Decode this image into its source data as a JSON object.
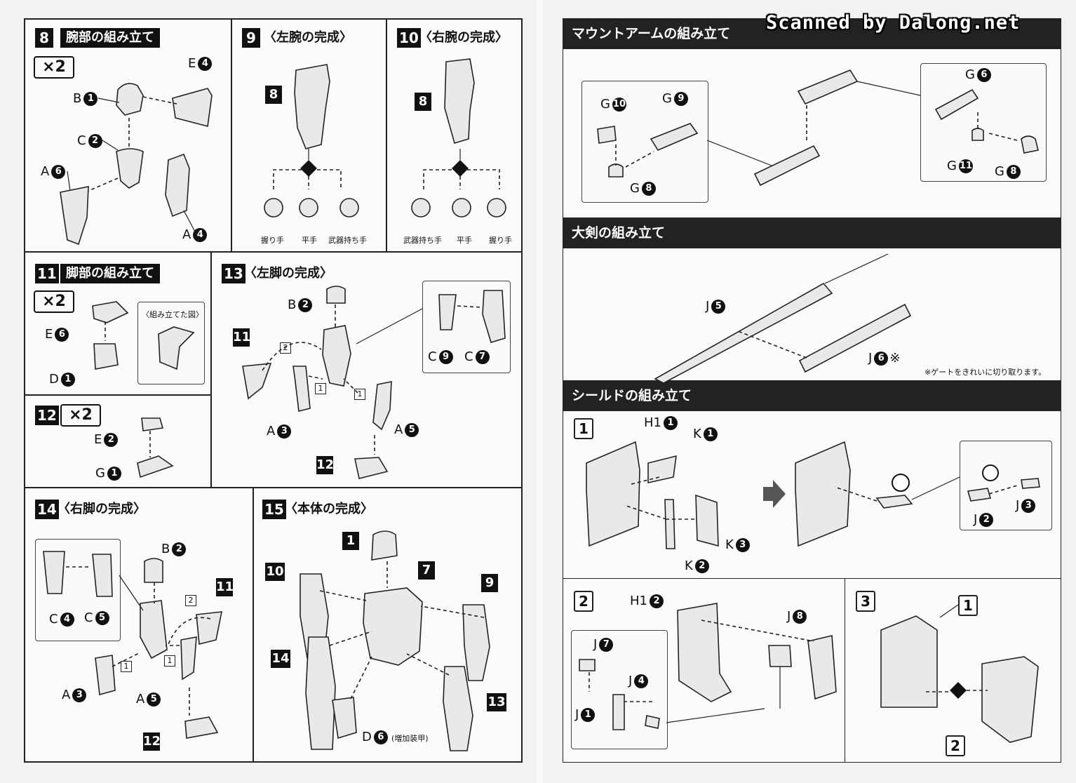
{
  "watermark": "Scanned by Dalong.net",
  "s8": {
    "num": "8",
    "title": "腕部の組み立て",
    "mult": "×2",
    "labels": [
      {
        "t": "B",
        "n": "1"
      },
      {
        "t": "E",
        "n": "4"
      },
      {
        "t": "C",
        "n": "2"
      },
      {
        "t": "A",
        "n": "6"
      },
      {
        "t": "A",
        "n": "4"
      }
    ]
  },
  "s9": {
    "num": "9",
    "title": "〈左腕の完成〉",
    "ref": "8",
    "hands": [
      "握り手",
      "平手",
      "武器持ち手"
    ]
  },
  "s10": {
    "num": "10",
    "title": "〈右腕の完成〉",
    "ref": "8",
    "hands": [
      "武器持ち手",
      "平手",
      "握り手"
    ]
  },
  "s11": {
    "num": "11",
    "title": "脚部の組み立て",
    "mult": "×2",
    "inset": "〈組み立てた図〉",
    "labels": [
      {
        "t": "E",
        "n": "6"
      },
      {
        "t": "D",
        "n": "1"
      }
    ]
  },
  "s12": {
    "num": "12",
    "mult": "×2",
    "labels": [
      {
        "t": "E",
        "n": "2"
      },
      {
        "t": "G",
        "n": "1"
      }
    ]
  },
  "s13": {
    "num": "13",
    "title": "〈左脚の完成〉",
    "labels": [
      {
        "t": "B",
        "n": "2"
      },
      {
        "t": "A",
        "n": "3"
      },
      {
        "t": "A",
        "n": "5"
      },
      {
        "t": "C",
        "n": "9"
      },
      {
        "t": "C",
        "n": "7"
      }
    ],
    "refs": [
      "11",
      "12"
    ],
    "order": [
      "1",
      "2",
      "1"
    ]
  },
  "s14": {
    "num": "14",
    "title": "〈右脚の完成〉",
    "labels": [
      {
        "t": "B",
        "n": "2"
      },
      {
        "t": "C",
        "n": "4"
      },
      {
        "t": "C",
        "n": "5"
      },
      {
        "t": "A",
        "n": "3"
      },
      {
        "t": "A",
        "n": "5"
      }
    ],
    "refs": [
      "11",
      "12"
    ],
    "order": [
      "2",
      "1",
      "1"
    ]
  },
  "s15": {
    "num": "15",
    "title": "〈本体の完成〉",
    "refs": [
      "1",
      "7",
      "10",
      "9",
      "14",
      "13"
    ],
    "d_label": {
      "t": "D",
      "n": "6"
    },
    "d_note": "(増加装甲)"
  },
  "mount": {
    "title": "マウントアームの組み立て",
    "labels": [
      {
        "t": "G",
        "n": "10"
      },
      {
        "t": "G",
        "n": "9"
      },
      {
        "t": "G",
        "n": "8"
      },
      {
        "t": "G",
        "n": "6"
      },
      {
        "t": "G",
        "n": "11"
      },
      {
        "t": "G",
        "n": "8"
      }
    ]
  },
  "sword": {
    "title": "大剣の組み立て",
    "labels": [
      {
        "t": "J",
        "n": "5"
      },
      {
        "t": "J",
        "n": "6"
      }
    ],
    "mark": "※",
    "note": "※ゲートをきれいに切り取ります。"
  },
  "shield": {
    "title": "シールドの組み立て",
    "p1": {
      "num": "1",
      "labels": [
        {
          "t": "H1",
          "n": "1"
        },
        {
          "t": "K",
          "n": "1"
        },
        {
          "t": "K",
          "n": "3"
        },
        {
          "t": "K",
          "n": "2"
        },
        {
          "t": "J",
          "n": "2"
        },
        {
          "t": "J",
          "n": "3"
        }
      ]
    },
    "p2": {
      "num": "2",
      "labels": [
        {
          "t": "H1",
          "n": "2"
        },
        {
          "t": "J",
          "n": "8"
        },
        {
          "t": "J",
          "n": "7"
        },
        {
          "t": "J",
          "n": "4"
        },
        {
          "t": "J",
          "n": "1"
        }
      ]
    },
    "p3": {
      "num": "3",
      "refs": [
        "1",
        "2"
      ]
    }
  }
}
